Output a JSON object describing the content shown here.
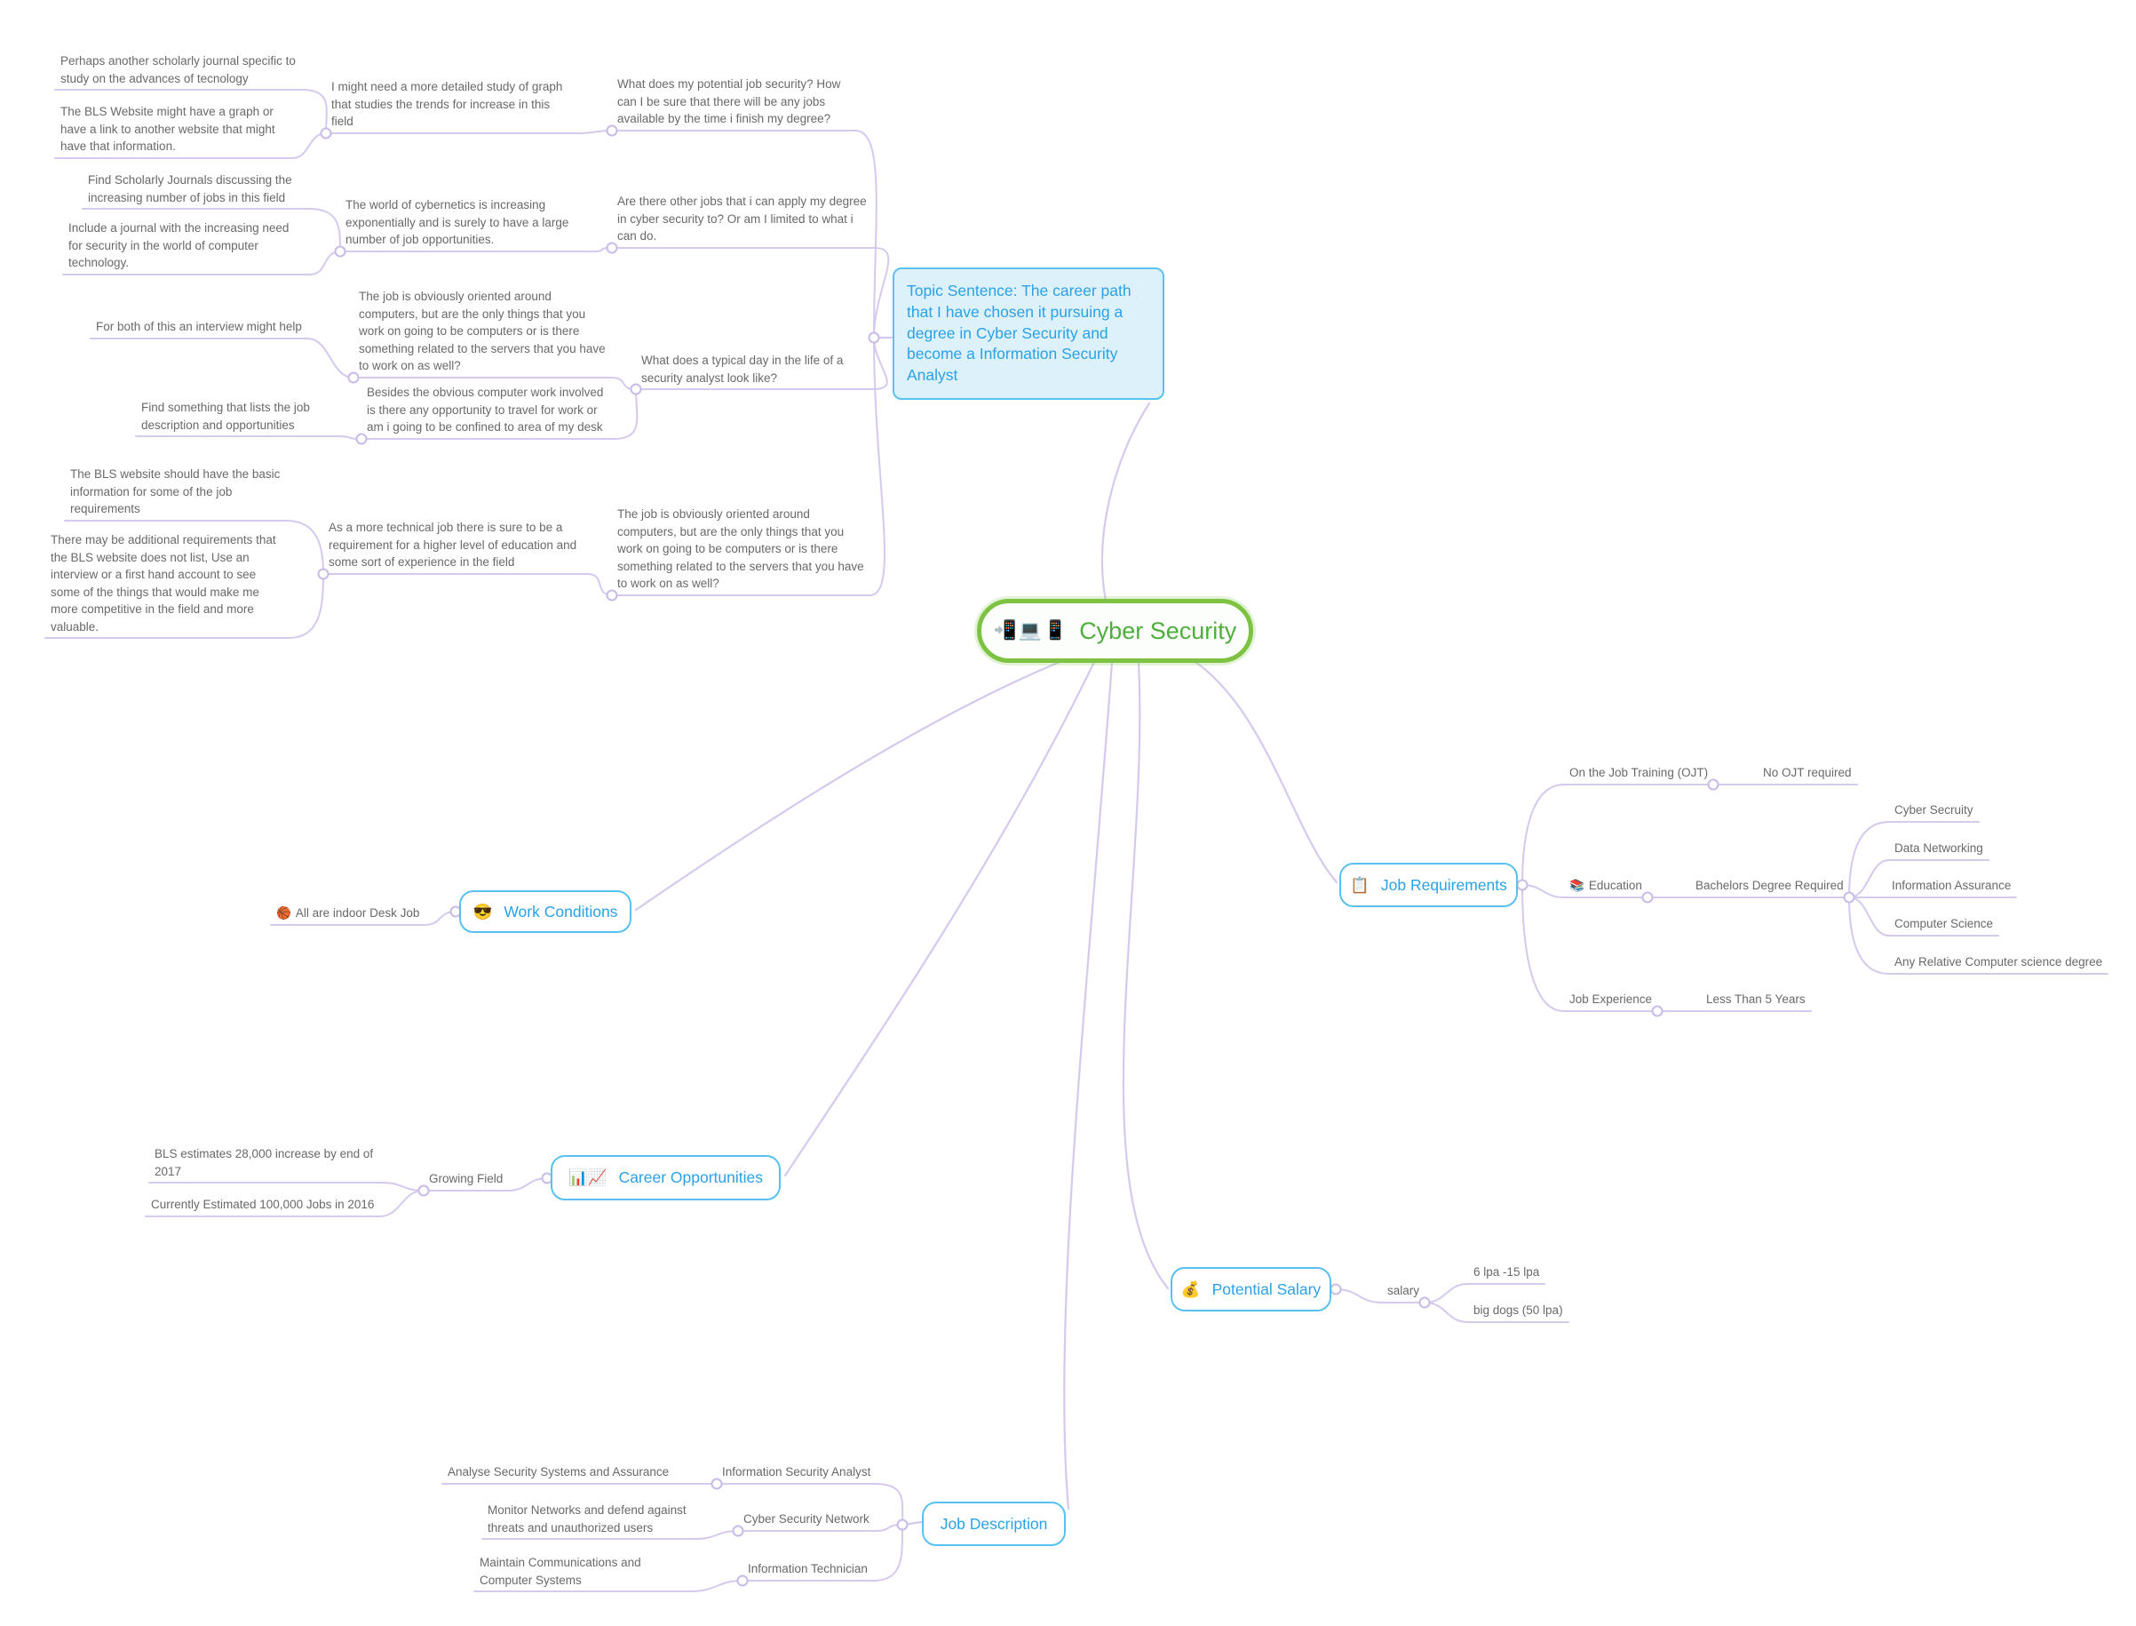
{
  "root": {
    "label": "Cyber Security"
  },
  "topic": {
    "text": "Topic Sentence: The career path that I have chosen it pursuing a degree in Cyber Security and become a Information Security Analyst"
  },
  "branches": {
    "job_requirements": "Job Requirements",
    "work_conditions": "Work Conditions",
    "career_opportunities": "Career Opportunities",
    "potential_salary": "Potential Salary",
    "job_description": "Job Description"
  },
  "icons": {
    "root_devices": "📲💻📱",
    "job_requirements": "📋",
    "work_conditions": "😎",
    "career_opportunities": "📊📈",
    "potential_salary": "💰",
    "education": "📚",
    "indoor": "🏀"
  },
  "colors": {
    "branch_line": "#d5c9ee",
    "dot_stroke": "#c9bbe8",
    "node_blue_border": "#58c1f0",
    "node_blue_text": "#2aa1e8",
    "topic_fill": "#ddf1fb",
    "root_green_border": "#7dc242",
    "root_green_text": "#4fae3d",
    "label_gray": "#696969"
  },
  "nodes": {
    "perhaps_journal": "Perhaps another scholarly journal specific to study on the advances of tecnology",
    "bls_graph": "The BLS Website might have a graph or have a link to another website  that might have that information.",
    "detailed_study": "I might need a more detailed study of graph that studies the trends for increase in this field",
    "q_job_security": "What does my potential job security? How can I be sure that there will be any jobs available by the time i finish my degree?",
    "find_journals": "Find Scholarly Journals discussing the increasing number of jobs in this field",
    "include_journal": "Include a journal with the increasing need for security in the world of computer technology.",
    "cybernetics": "The world of cybernetics is increasing exponentially and is surely to have a large number of job opportunities.",
    "q_other_jobs": "Are there other jobs that i can apply my degree in cyber security to? Or am I limited to what i can do.",
    "interview_help": "For both of this an interview might help",
    "computers_servers_1": "The job is obviously oriented around computers, but are the only things that you work on going to be computers or is there something related to the servers that you have to work on as well?",
    "q_typical_day": "What does a typical day in the life of a security analyst look like?",
    "find_listing": "Find something that lists the job description and opportunities",
    "besides_travel": "Besides the obvious computer work involved is there any opportunity to travel for work or am i going to be confined to area of my desk",
    "bls_basic_info": "The BLS website should have the basic information for some of the job requirements",
    "additional_reqs": "There may be additional requirements that the BLS website does not list, Use an interview or a first hand account to see some of the things that would make me more competitive in the field and more valuable.",
    "technical_req": "As a more technical job there is sure to be a requirement for a higher level of education and some sort of experience in the field",
    "computers_servers_2": "The job is obviously oriented around computers, but are the only things that you work on going to be computers or is there something related to the servers that you have to work on as well?",
    "ojt": "On the Job Training (OJT)",
    "no_ojt": "No OJT required",
    "education": "Education",
    "bachelors": "Bachelors Degree Required",
    "deg_cyber": "Cyber Secruity",
    "deg_data": "Data Networking",
    "deg_ia": "Information Assurance",
    "deg_cs": "Computer Science",
    "deg_any": "Any Relative Computer science degree",
    "job_exp": "Job Experience",
    "less5": "Less Than 5 Years",
    "indoor": "All are indoor Desk Job",
    "growing": "Growing Field",
    "bls28k": "BLS estimates 28,000 increase by end of 2017",
    "jobs2016": "Currently Estimated 100,000 Jobs in 2016",
    "salary_lbl": "salary",
    "lpa615": "6 lpa -15 lpa",
    "bigdogs": "big dogs (50 lpa)",
    "isa": "Information Security Analyst",
    "analyse": "Analyse Security Systems and Assurance",
    "csn": "Cyber Security Network",
    "monitor": "Monitor Networks and defend against threats and unauthorized users",
    "it_tech": "Information Technician",
    "maintain": "Maintain Communications and Computer Systems"
  }
}
